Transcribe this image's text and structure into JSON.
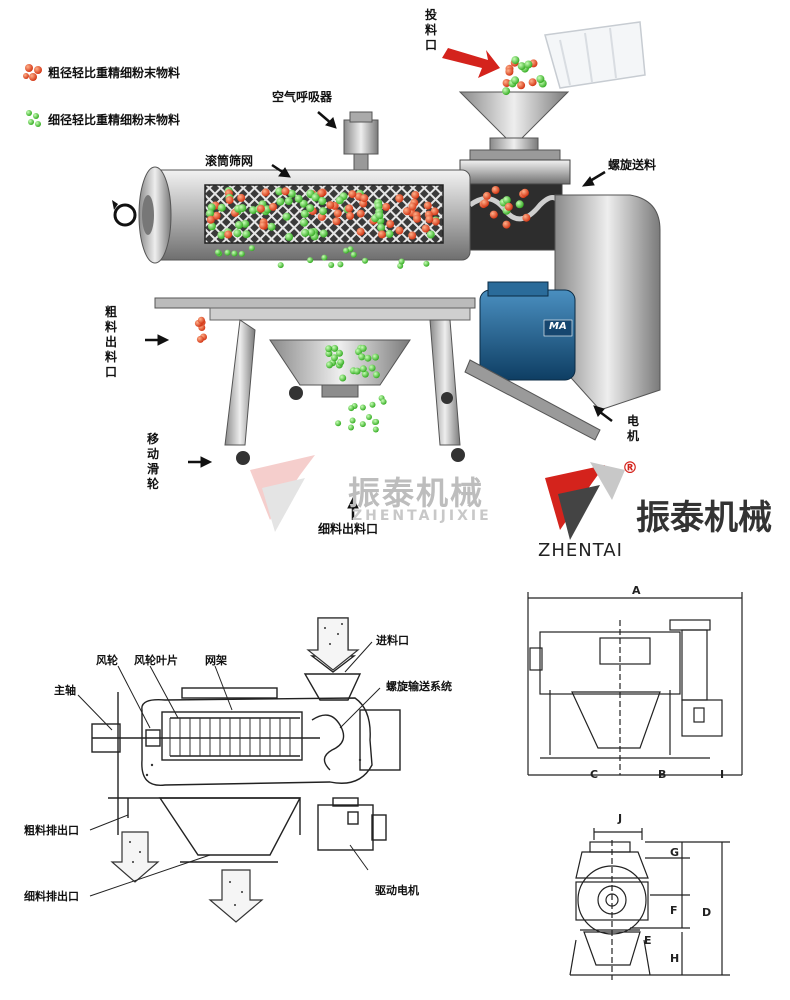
{
  "legend": {
    "coarse": "粗径轻比重精细粉末物料",
    "fine": "细径轻比重精细粉末物料",
    "coarse_color": "#e8421e",
    "fine_color": "#3fc12b"
  },
  "photo_labels": {
    "inlet": "投料口",
    "breather": "空气呼吸器",
    "drum_screen": "滚筒筛网",
    "screw_feed": "螺旋送料",
    "coarse_outlet": "粗料出料口",
    "motor": "电机",
    "casters": "移动滑轮",
    "fine_outlet": "细料出料口",
    "motor_badge": "MA"
  },
  "brand": {
    "name_cn": "振泰机械",
    "name_pinyin": "ZHENTAIJIXIE",
    "name_en": "ZHENTAI",
    "registered": "®",
    "red": "#d4231c",
    "dark": "#333333"
  },
  "schematic_labels": {
    "impeller": "风轮",
    "blades": "风轮叶片",
    "mesh_frame": "网架",
    "feed_inlet": "进料口",
    "main_shaft": "主轴",
    "screw_system": "螺旋输送系统",
    "coarse_discharge": "粗料排出口",
    "fine_discharge": "细料排出口",
    "drive_motor": "驱动电机"
  },
  "dimension_labels": {
    "A": "A",
    "B": "B",
    "C": "C",
    "I": "I",
    "J": "J",
    "G": "G",
    "F": "F",
    "D": "D",
    "E": "E",
    "H": "H"
  }
}
